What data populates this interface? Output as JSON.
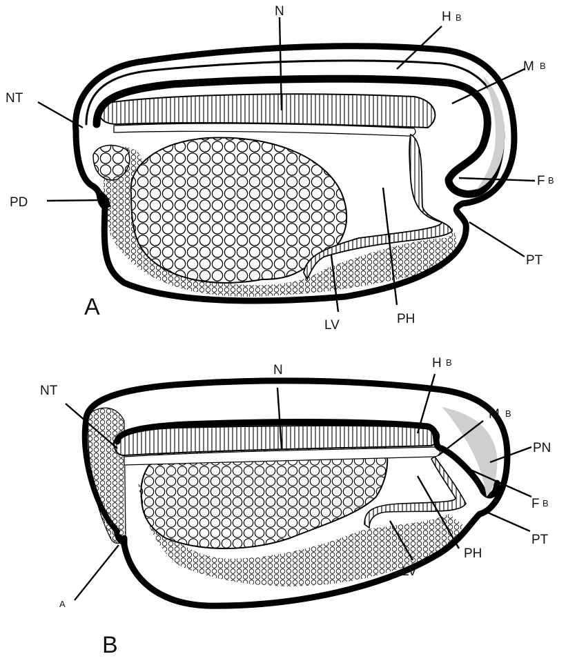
{
  "figure": {
    "panels": [
      {
        "id": "A",
        "caption": "A",
        "labels": {
          "N": "N",
          "HB": "H",
          "HB_sub": "B",
          "MB": "M",
          "MB_sub": "B",
          "NT": "NT",
          "FB": "F",
          "FB_sub": "B",
          "PD": "PD",
          "PT": "PT",
          "LV": "LV",
          "PH": "PH"
        }
      },
      {
        "id": "B",
        "caption": "B",
        "labels": {
          "N": "N",
          "HB": "H",
          "HB_sub": "B",
          "MB": "M",
          "MB_sub": "B",
          "NT": "NT",
          "PN": "PN",
          "FB": "F",
          "FB_sub": "B",
          "PT": "PT",
          "A": "A",
          "LV": "LV",
          "PH": "PH"
        }
      }
    ]
  }
}
